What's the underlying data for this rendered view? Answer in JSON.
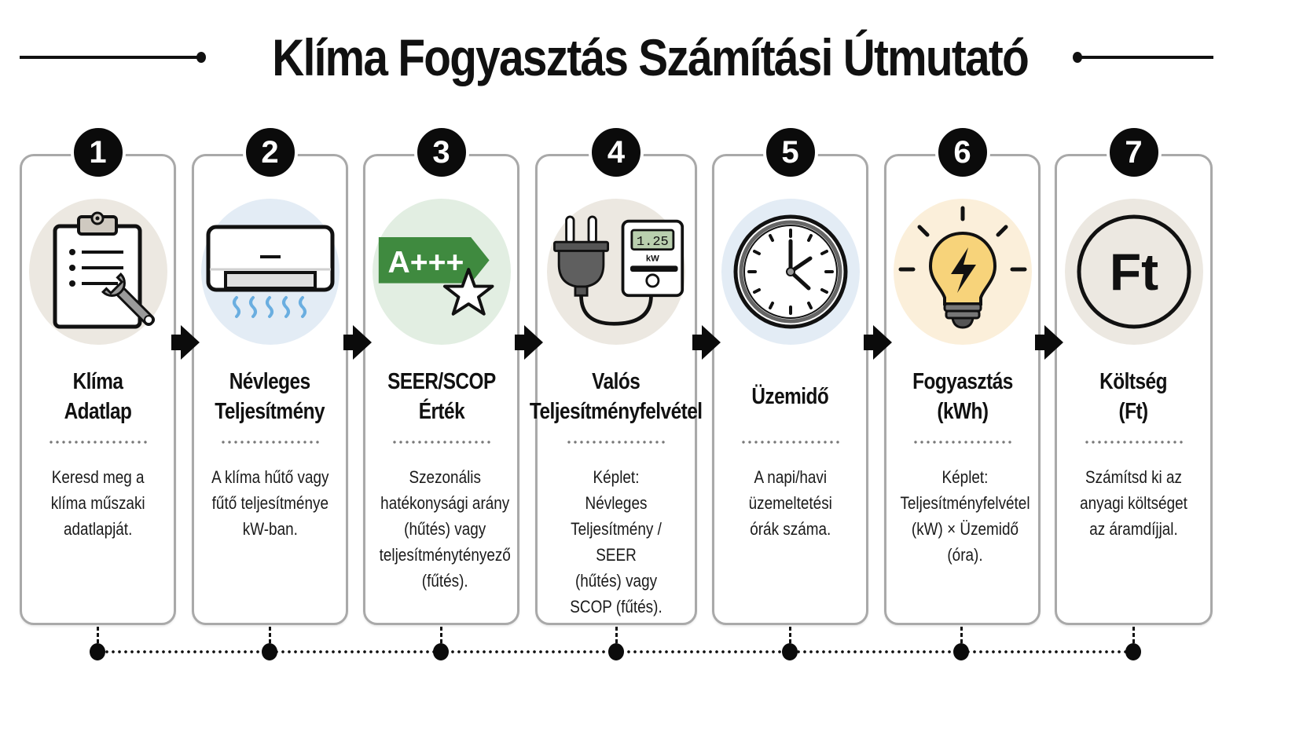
{
  "title": "Klíma Fogyasztás Számítási Útmutató",
  "colors": {
    "card_border": "#a9a9a9",
    "badge": "#0b0b0b",
    "icon_bg_1": "#ece8e1",
    "icon_bg_2": "#e3ecf5",
    "icon_bg_3": "#e2eee2",
    "icon_bg_4": "#ece8e1",
    "icon_bg_5": "#e3ecf5",
    "icon_bg_6": "#fbefda",
    "icon_bg_7": "#ece8e1",
    "energy_label_green": "#3f8a3f",
    "bulb_yellow": "#f7d37a",
    "meter_display": "#b9cfae",
    "airflow_blue": "#6aaee0"
  },
  "steps": [
    {
      "number": "1",
      "icon": "clipboard-wrench-icon",
      "title": "Klíma Adatlap",
      "description": "Keresd meg a\nklíma műszaki\nadatlapját."
    },
    {
      "number": "2",
      "icon": "air-conditioner-icon",
      "title": "Névleges\nTeljesítmény",
      "description": "A klíma hűtő vagy\nfűtő teljesítménye\nkW-ban."
    },
    {
      "number": "3",
      "icon": "energy-label-star-icon",
      "icon_text": "A+++",
      "title": "SEER/SCOP\nÉrték",
      "description": "Szezonális\nhatékonysági arány\n(hűtés) vagy\nteljesítménytényező\n(fűtés)."
    },
    {
      "number": "4",
      "icon": "plug-power-meter-icon",
      "meter_value": "1.25",
      "meter_unit": "kW",
      "title": "Valós\nTeljesítményfelvétel",
      "description": "Képlet:\nNévleges\nTeljesítmény / SEER\n(hűtés) vagy\nSCOP (fűtés)."
    },
    {
      "number": "5",
      "icon": "clock-icon",
      "title": "Üzemidő",
      "description": "A napi/havi\nüzemeltetési\nórák száma."
    },
    {
      "number": "6",
      "icon": "lightbulb-bolt-icon",
      "title": "Fogyasztás\n(kWh)",
      "description": "Képlet:\nTeljesítményfelvétel\n(kW) × Üzemidő\n(óra)."
    },
    {
      "number": "7",
      "icon": "forint-coin-icon",
      "icon_text": "Ft",
      "title": "Költség\n(Ft)",
      "description": "Számítsd ki az\nanyagi költséget\naz áramdíjjal."
    }
  ]
}
